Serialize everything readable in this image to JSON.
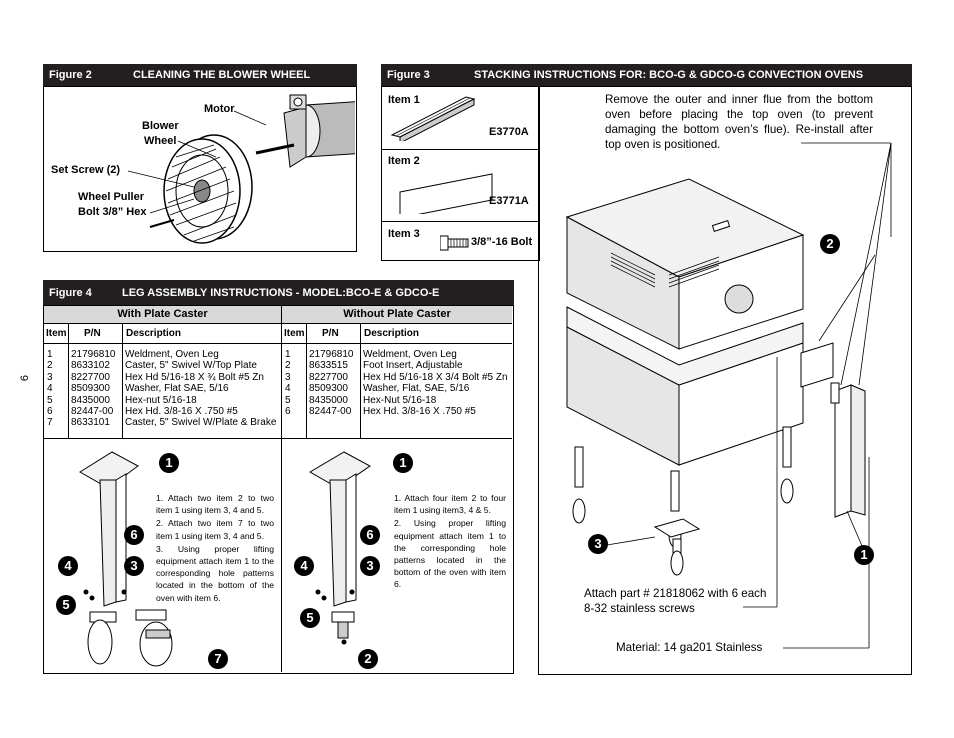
{
  "page_number": "6",
  "figure2": {
    "num": "Figure 2",
    "title": "CLEANING THE BLOWER WHEEL",
    "labels": {
      "motor": "Motor",
      "blower_line1": "Blower",
      "blower_line2": "Wheel",
      "set_screw": "Set Screw (2)",
      "puller_line1": "Wheel Puller",
      "puller_line2": "Bolt 3/8” Hex"
    }
  },
  "figure3": {
    "num": "Figure 3",
    "title": "STACKING INSTRUCTIONS FOR: BCO-G & GDCO-G CONVECTION OVENS",
    "items": [
      {
        "label": "Item 1",
        "part": "E3770A"
      },
      {
        "label": "Item 2",
        "part": "E3771A"
      },
      {
        "label": "Item 3",
        "part": "3/8”-16 Bolt"
      }
    ],
    "note": "Remove the outer and inner flue from the bottom oven before placing the top oven (to prevent damaging the bottom oven’s flue). Re-install after top oven is positioned.",
    "attach_note": "Attach part # 21818062 with 6 each 8-32 stainless screws",
    "material": "Material: 14 ga201 Stainless",
    "callouts": [
      "1",
      "2",
      "3"
    ]
  },
  "figure4": {
    "num": "Figure 4",
    "title": "LEG ASSEMBLY INSTRUCTIONS - MODEL:BCO-E & GDCO-E",
    "with_caster": {
      "heading": "With Plate Caster",
      "col_item": "Item",
      "col_pn": "P/N",
      "col_desc": "Description",
      "rows": [
        [
          "1",
          "21796810",
          "Weldment, Oven Leg"
        ],
        [
          "2",
          "8633102",
          "Caster, 5\" Swivel W/Top Plate"
        ],
        [
          "3",
          "8227700",
          "Hex Hd 5/16-18 X ¾ Bolt #5 Zn"
        ],
        [
          "4",
          "8509300",
          "Washer, Flat SAE, 5/16"
        ],
        [
          "5",
          "8435000",
          "Hex-nut 5/16-18"
        ],
        [
          "6",
          "82447-00",
          "Hex Hd. 3/8-16 X .750 #5"
        ],
        [
          "7",
          "8633101",
          "Caster, 5\" Swivel W/Plate & Brake"
        ]
      ],
      "steps": [
        "1. Attach two item 2 to two item 1 using item 3, 4 and 5.",
        "2. Attach two item 7 to two item 1 using item 3, 4 and 5.",
        "3. Using proper lifting equipment attach item 1 to the corresponding hole patterns located in the bottom of the oven with item 6."
      ],
      "callouts": [
        "1",
        "6",
        "4",
        "3",
        "5",
        "7"
      ]
    },
    "without_caster": {
      "heading": "Without Plate Caster",
      "col_item": "Item",
      "col_pn": "P/N",
      "col_desc": "Description",
      "rows": [
        [
          "1",
          "21796810",
          "Weldment, Oven Leg"
        ],
        [
          "2",
          "8633515",
          "Foot Insert, Adjustable"
        ],
        [
          "3",
          "8227700",
          "Hex Hd 5/16-18 X 3/4 Bolt #5 Zn"
        ],
        [
          "4",
          "8509300",
          "Washer, Flat, SAE, 5/16"
        ],
        [
          "5",
          "8435000",
          "Hex-Nut 5/16-18"
        ],
        [
          "6",
          "82447-00",
          "Hex Hd. 3/8-16 X .750 #5"
        ]
      ],
      "steps": [
        "1. Attach four item 2 to four item 1 using item3, 4 & 5.",
        "2. Using proper lifting equipment attach item 1 to the corresponding hole patterns located in the bottom of the oven with item 6."
      ],
      "callouts": [
        "1",
        "6",
        "4",
        "3",
        "5",
        "2"
      ]
    }
  }
}
